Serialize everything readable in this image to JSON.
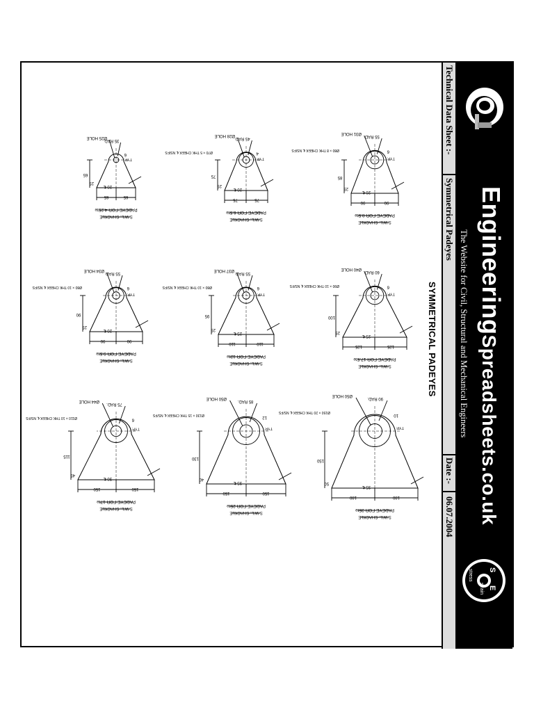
{
  "header": {
    "site_name_part1": "Engineering",
    "site_name_part2": "Spreadsheets.co.uk",
    "tagline": "The Website for Civil, Structural and Mechanical Engineers",
    "logo_right_text_top": "S",
    "logo_right_text_e": "E",
    "logo_right_text_strain": "strain",
    "logo_right_text_stress": "stress"
  },
  "info_bar": {
    "sheet_label": "Technical Data Sheet :-",
    "sheet_value": "Symmetrical Padeyes",
    "date_label": "Date :-",
    "date_value": "06.07.2004"
  },
  "document_title": "SYMMETRICAL PADEYES",
  "padeyes": [
    {
      "hole": "Ø25 HOLE",
      "radius": "35 RAD.",
      "cheek": "",
      "weld": "6",
      "plate": "20 ℄",
      "height": "65",
      "offset": "25",
      "half_width": "65",
      "caption": "PADEYE FOR 4.25te",
      "sub": "S.W.L. SHACKLE"
    },
    {
      "hole": "Ø28 HOLE",
      "radius": "45 RAD.",
      "cheek": "Ø70 × 5 THK CHEEK ℄ NS/FS",
      "weld": "4",
      "plate": "20 ℄",
      "height": "75",
      "offset": "25",
      "half_width": "75",
      "caption": "PADEYE FOR 6.5te",
      "sub": "S.W.L. SHACKLE"
    },
    {
      "hole": "Ø31 HOLE",
      "radius": "55 RAD.",
      "cheek": "Ø80 × 8 THK CHEEK ℄ NS/FS",
      "weld": "6",
      "plate": "20 ℄",
      "height": "85",
      "offset": "25",
      "half_width": "90",
      "caption": "PADEYE FOR 8.5te",
      "sub": "S.W.L. SHACKLE"
    },
    {
      "hole": "Ø34 HOLE",
      "radius": "55 RAD.",
      "cheek": "Ø80 × 10 THK CHEEK ℄ NS/FS",
      "weld": "6",
      "plate": "20 ℄",
      "height": "90",
      "offset": "25",
      "half_width": "90",
      "caption": "PADEYE FOR 9.5te",
      "sub": "S.W.L. SHACKLE"
    },
    {
      "hole": "Ø37 HOLE",
      "radius": "55 RAD.",
      "cheek": "Ø80 × 10 THK CHEEK ℄ NS/FS",
      "weld": "6",
      "plate": "25 ℄",
      "height": "95",
      "offset": "25",
      "half_width": "110",
      "caption": "PADEYE FOR 12te",
      "sub": "S.W.L. SHACKLE"
    },
    {
      "hole": "Ø40 HOLE",
      "radius": "60 RAD.",
      "cheek": "Ø90 × 10 THK CHEEK ℄ NS/FS",
      "weld": "6",
      "plate": "25 ℄",
      "height": "100",
      "offset": "25",
      "half_width": "125",
      "caption": "PADEYE FOR 17.5te",
      "sub": "S.W.L. SHACKLE"
    },
    {
      "hole": "Ø44 HOLE",
      "radius": "75 RAD.",
      "cheek": "Ø110 × 10 THK CHEEK ℄ NS/FS",
      "weld": "6",
      "plate": "30 ℄",
      "height": "115",
      "offset": "45",
      "half_width": "150",
      "caption": "PADEYE FOR 17te",
      "sub": "S.W.L. SHACKLE"
    },
    {
      "hole": "Ø50 HOLE",
      "radius": "85 RAD.",
      "cheek": "Ø130 × 15 THK CHEEK ℄ NS/FS",
      "weld": "12",
      "plate": "35 ℄",
      "height": "130",
      "offset": "40",
      "half_width": "150",
      "caption": "PADEYE FOR 25te",
      "sub": "S.W.L. SHACKLE"
    },
    {
      "hole": "Ø50 HOLE",
      "radius": "90 RAD.",
      "cheek": "Ø150 × 20 THK CHEEK ℄ NS/FS",
      "weld": "10",
      "plate": "35 ℄",
      "height": "150",
      "offset": "50",
      "half_width": "180",
      "caption": "PADEYE FOR 35te",
      "sub": "S.W.L. SHACKLE"
    }
  ],
  "labels": {
    "typ": "TYP.",
    "weld_symbol": "6"
  }
}
